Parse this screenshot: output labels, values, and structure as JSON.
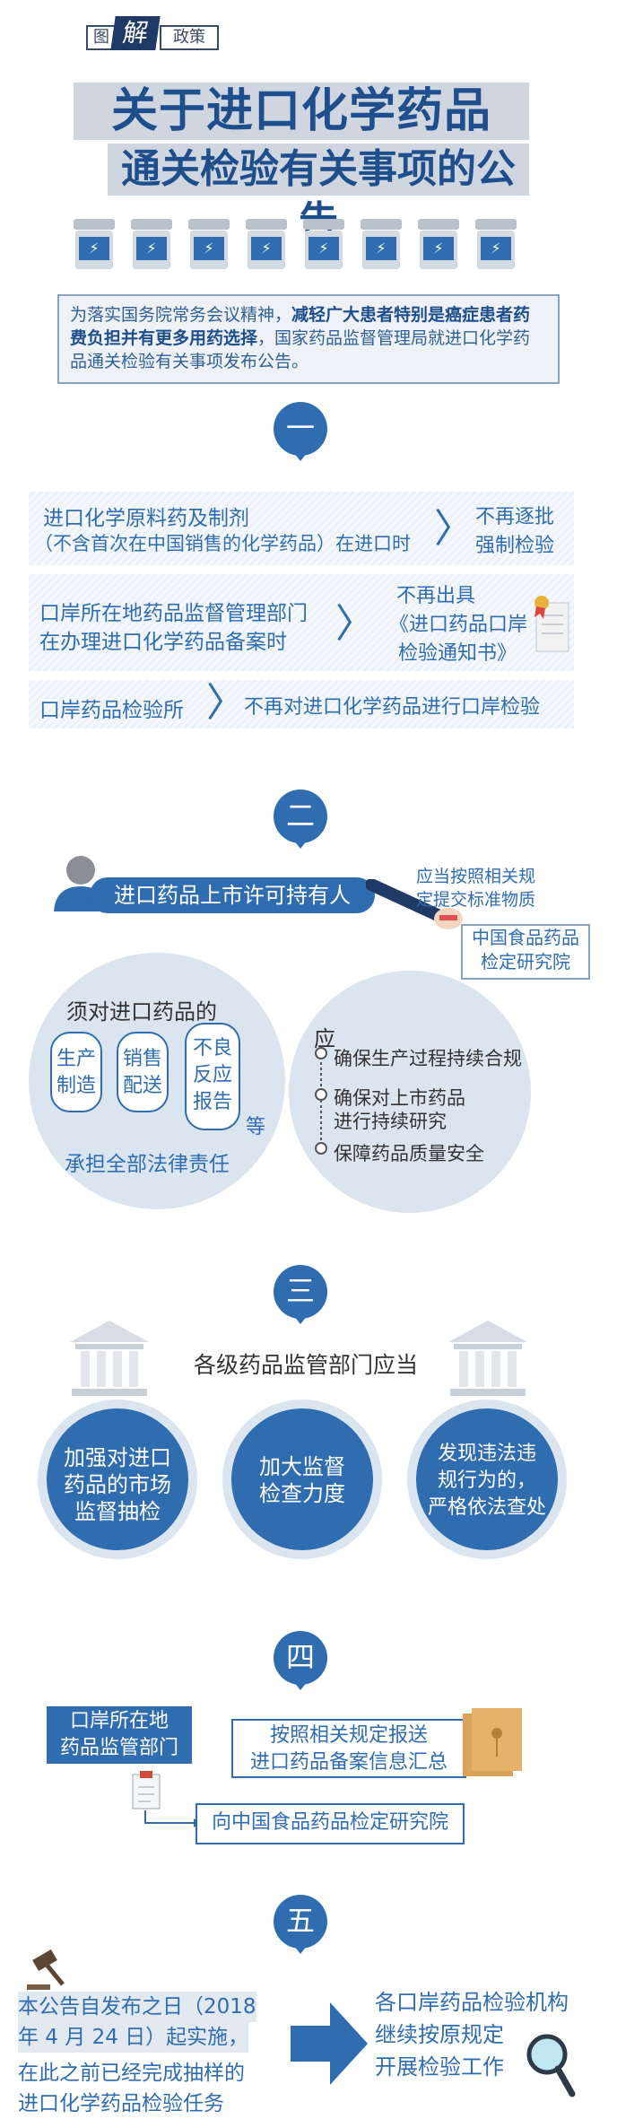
{
  "header": {
    "logo_left": "图",
    "logo_mid": "解",
    "logo_right": "政策",
    "title_line1": "关于进口化学药品",
    "title_line2": "通关检验有关事项的公告",
    "bottle_icon": "⚡"
  },
  "intro": {
    "p1": "为落实国务院常务会议精神，",
    "p2": "减轻广大患者特别是癌症患者药费负担并有更多用药选择",
    "p3": "，国家药品监督管理局就进口化学药品通关检验有关事项发布公告。"
  },
  "section1": {
    "badge": "一",
    "row1_left1": "进口化学原料药及制剂",
    "row1_left2": "（不含首次在中国销售的化学药品）在进口时",
    "row1_right1": "不再逐批",
    "row1_right2": "强制检验",
    "row2_left1": "口岸所在地药品监督管理部门",
    "row2_left2": "在办理进口化学药品备案时",
    "row2_right1": "不再出具",
    "row2_right2": "《进口药品口岸",
    "row2_right3": "检验通知书》",
    "row3_left": "口岸药品检验所",
    "row3_right": "不再对进口化学药品进行口岸检验",
    "chevron": "〉"
  },
  "section2": {
    "badge": "二",
    "holder": "进口药品上市许可持有人",
    "note1": "应当按照相关规",
    "note2": "定提交标准物质",
    "inst1": "中国食品药品",
    "inst2": "检定研究院",
    "left_title": "须对进口药品的",
    "pill1": "生产制造",
    "pill2": "销售配送",
    "pill3": "不良反应报告",
    "etc": "等",
    "left_bottom": "承担全部法律责任",
    "right_title": "应",
    "item1": "确保生产过程持续合规",
    "item2a": "确保对上市药品",
    "item2b": "进行持续研究",
    "item3": "保障药品质量安全"
  },
  "section3": {
    "badge": "三",
    "title": "各级药品监管部门应当",
    "c1a": "加强对进口",
    "c1b": "药品的市场",
    "c1c": "监督抽检",
    "c2a": "加大监督",
    "c2b": "检查力度",
    "c3a": "发现违法违",
    "c3b": "规行为的，",
    "c3c": "严格依法查处"
  },
  "section4": {
    "badge": "四",
    "dept1": "口岸所在地",
    "dept2": "药品监管部门",
    "action1": "按照相关规定报送",
    "action2": "进口药品备案信息汇总",
    "target": "向中国食品药品检定研究院"
  },
  "section5": {
    "badge": "五",
    "left1": "本公告自发布之日（2018",
    "left2": "年 4 月 24 日）起实施，",
    "left3": "在此之前已经完成抽样的",
    "left4": "进口化学药品检验任务",
    "right1": "各口岸药品检验机构",
    "right2": "继续按原规定",
    "right3": "开展检验工作"
  }
}
